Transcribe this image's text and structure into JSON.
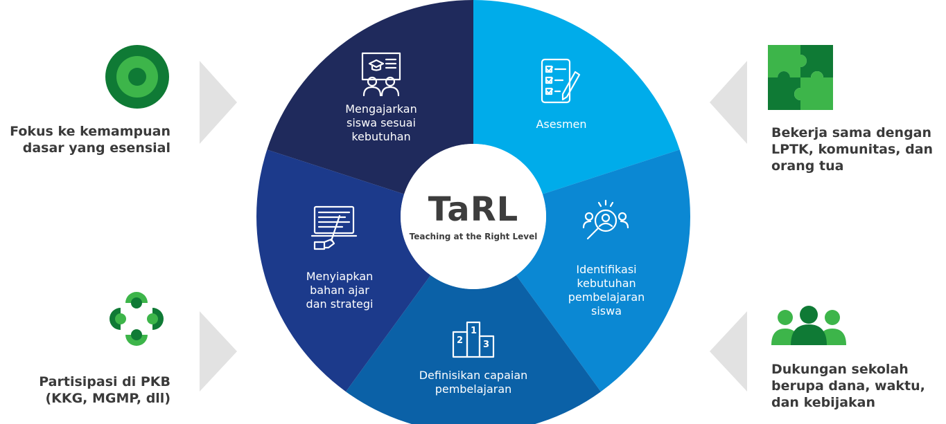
{
  "center": {
    "title": "TaRL",
    "subtitle": "Teaching at the Right Level"
  },
  "segments": [
    {
      "lines": [
        "Mengajarkan",
        "siswa sesuai",
        "kebutuhan"
      ],
      "icon": "teacher-board-icon",
      "color": "#1f2a5c"
    },
    {
      "lines": [
        "Asesmen"
      ],
      "icon": "checklist-icon",
      "color": "#00acea"
    },
    {
      "lines": [
        "Identifikasi",
        "kebutuhan",
        "pembelajaran",
        "siswa"
      ],
      "icon": "search-people-icon",
      "color": "#0b88d3"
    },
    {
      "lines": [
        "Definisikan capaian",
        "pembelajaran"
      ],
      "icon": "podium-icon",
      "color": "#0b61a7"
    },
    {
      "lines": [
        "Menyiapkan",
        "bahan ajar",
        "dan strategi"
      ],
      "icon": "presentation-screen-icon",
      "color": "#1c3a8b"
    }
  ],
  "sides": [
    {
      "lines": [
        "Fokus ke kemampuan",
        "dasar yang esensial"
      ],
      "icon": "target-icon"
    },
    {
      "lines": [
        "Partisipasi di PKB",
        "(KKG, MGMP, dll)"
      ],
      "icon": "network-icon"
    },
    {
      "lines": [
        "Bekerja sama dengan",
        "LPTK, komunitas, dan",
        "orang tua"
      ],
      "icon": "puzzle-icon"
    },
    {
      "lines": [
        "Dukungan sekolah",
        "berupa dana, waktu,",
        "dan kebijakan"
      ],
      "icon": "people-group-icon"
    }
  ],
  "colors": {
    "green_dark": "#0f7a35",
    "green_light": "#3db54a",
    "text": "#3a3a3a"
  }
}
